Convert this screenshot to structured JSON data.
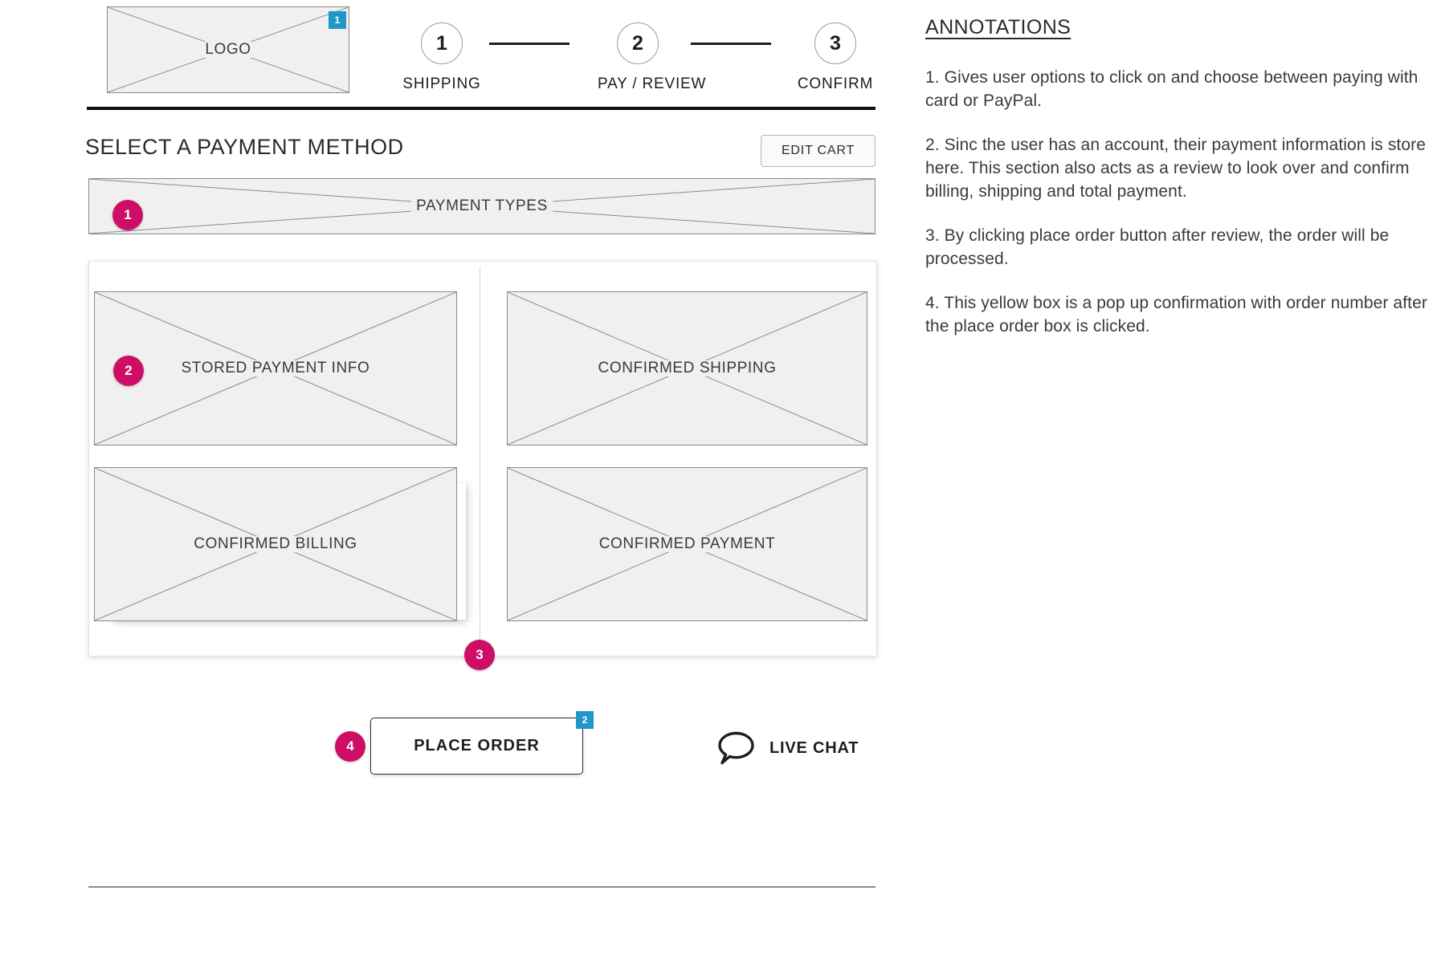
{
  "header": {
    "logo_label": "LOGO",
    "logo_badge": "1",
    "steps": [
      {
        "number": "1",
        "label": "SHIPPING"
      },
      {
        "number": "2",
        "label": "PAY / REVIEW"
      },
      {
        "number": "3",
        "label": "CONFIRM"
      }
    ]
  },
  "section": {
    "title": "SELECT A PAYMENT METHOD",
    "edit_cart_label": "EDIT CART"
  },
  "payment_types": {
    "label": "PAYMENT TYPES",
    "marker": "1"
  },
  "card": {
    "boxes": [
      {
        "label": "STORED PAYMENT INFO",
        "marker": "2"
      },
      {
        "label": "CONFIRMED SHIPPING"
      },
      {
        "label": "CONFIRMED BILLING"
      },
      {
        "label": "CONFIRMED PAYMENT"
      }
    ],
    "bottom_marker": "3"
  },
  "actions": {
    "place_order_label": "PLACE ORDER",
    "place_order_blue_badge": "2",
    "place_order_pink_marker": "4",
    "live_chat_label": "LIVE CHAT"
  },
  "annotations": {
    "heading": "ANNOTATIONS",
    "items": [
      "1. Gives user options to click on and choose between paying with card or PayPal.",
      "2. Sinc the user has an account, their payment information is store here. This section also acts as a review to look over and confirm billing, shipping and total payment.",
      "3. By clicking place order button after review, the order will be processed.",
      "4. This yellow box is a pop up confirmation with order number after the place order box is clicked."
    ]
  },
  "colors": {
    "marker_pink": "#ce0e66",
    "badge_blue": "#2196c8",
    "placeholder_fill": "#f0f0f0",
    "placeholder_stroke": "#8a8a8a"
  }
}
